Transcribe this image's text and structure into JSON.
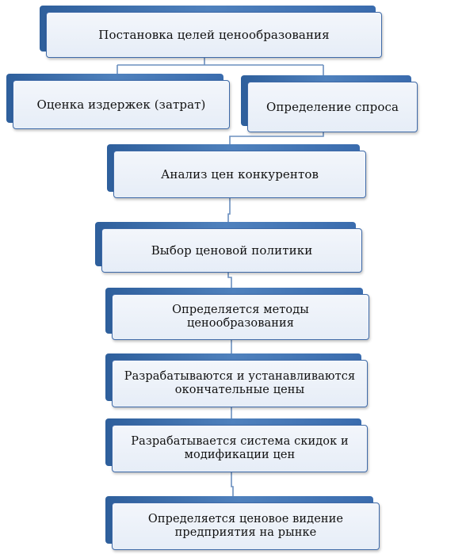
{
  "diagram": {
    "colors": {
      "accent": "#4f81bd",
      "accent_dark": "#2e5f9c",
      "fill": "#eaf0f8",
      "border": "#3f6aa8",
      "connector": "#6b8fbf"
    },
    "nodes": [
      {
        "id": "goals",
        "label": "Постановка целей ценообразования"
      },
      {
        "id": "costs",
        "label": "Оценка издержек (затрат)"
      },
      {
        "id": "demand",
        "label": "Определение спроса"
      },
      {
        "id": "competitors",
        "label": "Анализ цен конкурентов"
      },
      {
        "id": "policy",
        "label": "Выбор ценовой политики"
      },
      {
        "id": "methods",
        "label": "Определяется методы ценообразования"
      },
      {
        "id": "final_prices",
        "label": "Разрабатываются и устанавливаются окончательные цены"
      },
      {
        "id": "discounts",
        "label": "Разрабатывается система скидок и модификации цен"
      },
      {
        "id": "vision",
        "label": "Определяется ценовое видение предприятия на рынке"
      }
    ],
    "edges": [
      {
        "from": "goals",
        "to": "costs"
      },
      {
        "from": "goals",
        "to": "demand"
      },
      {
        "from": "demand",
        "to": "competitors"
      },
      {
        "from": "competitors",
        "to": "policy"
      },
      {
        "from": "policy",
        "to": "methods"
      },
      {
        "from": "methods",
        "to": "final_prices"
      },
      {
        "from": "final_prices",
        "to": "discounts"
      },
      {
        "from": "discounts",
        "to": "vision"
      }
    ]
  }
}
